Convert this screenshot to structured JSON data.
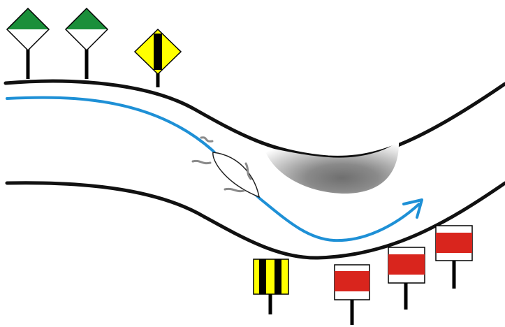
{
  "colors": {
    "background": "#ffffff",
    "bank": "#111111",
    "course": "#1e90d6",
    "green": "#1b8f3a",
    "yellow": "#ffff00",
    "red": "#d9251d",
    "black": "#000000",
    "wake": "#8a8a8a",
    "shoal": "#7a7a7a"
  },
  "scene": {
    "banks": [
      "upper-bank",
      "lower-bank"
    ],
    "route": "vessel-course-arrow",
    "hazard": "shoal-shadow",
    "vessel": "boat-icon"
  },
  "signs": {
    "left_side": [
      "green-diamond-sign",
      "green-diamond-sign",
      "yellow-diamond-sign-black-stripe"
    ],
    "right_side": [
      "yellow-square-sign-black-stripes",
      "red-square-sign",
      "red-square-sign",
      "red-square-sign"
    ]
  }
}
